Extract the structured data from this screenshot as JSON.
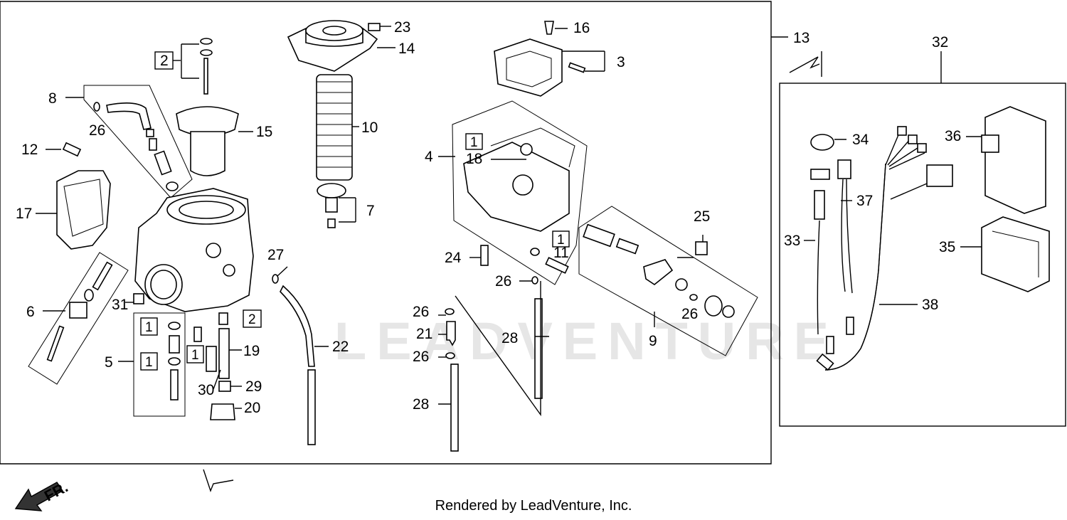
{
  "watermark": "LEADVENTURE",
  "footer": "Rendered by LeadVenture, Inc.",
  "direction_label": "FR.",
  "callouts": {
    "c2": "2",
    "c3": "3",
    "c4": "4",
    "c5": "5",
    "c6": "6",
    "c7": "7",
    "c8": "8",
    "c9": "9",
    "c10": "10",
    "c11": "11",
    "c12": "12",
    "c13": "13",
    "c14": "14",
    "c15": "15",
    "c16": "16",
    "c17": "17",
    "c18": "18",
    "c19": "19",
    "c20": "20",
    "c21": "21",
    "c22": "22",
    "c23": "23",
    "c24": "24",
    "c25": "25",
    "c26": "26",
    "c27": "27",
    "c28": "28",
    "c29": "29",
    "c30": "30",
    "c31": "31",
    "c32": "32",
    "c33": "33",
    "c34": "34",
    "c35": "35",
    "c36": "36",
    "c37": "37",
    "c38": "38"
  },
  "boxed_tags": {
    "one": "1",
    "two": "2"
  }
}
